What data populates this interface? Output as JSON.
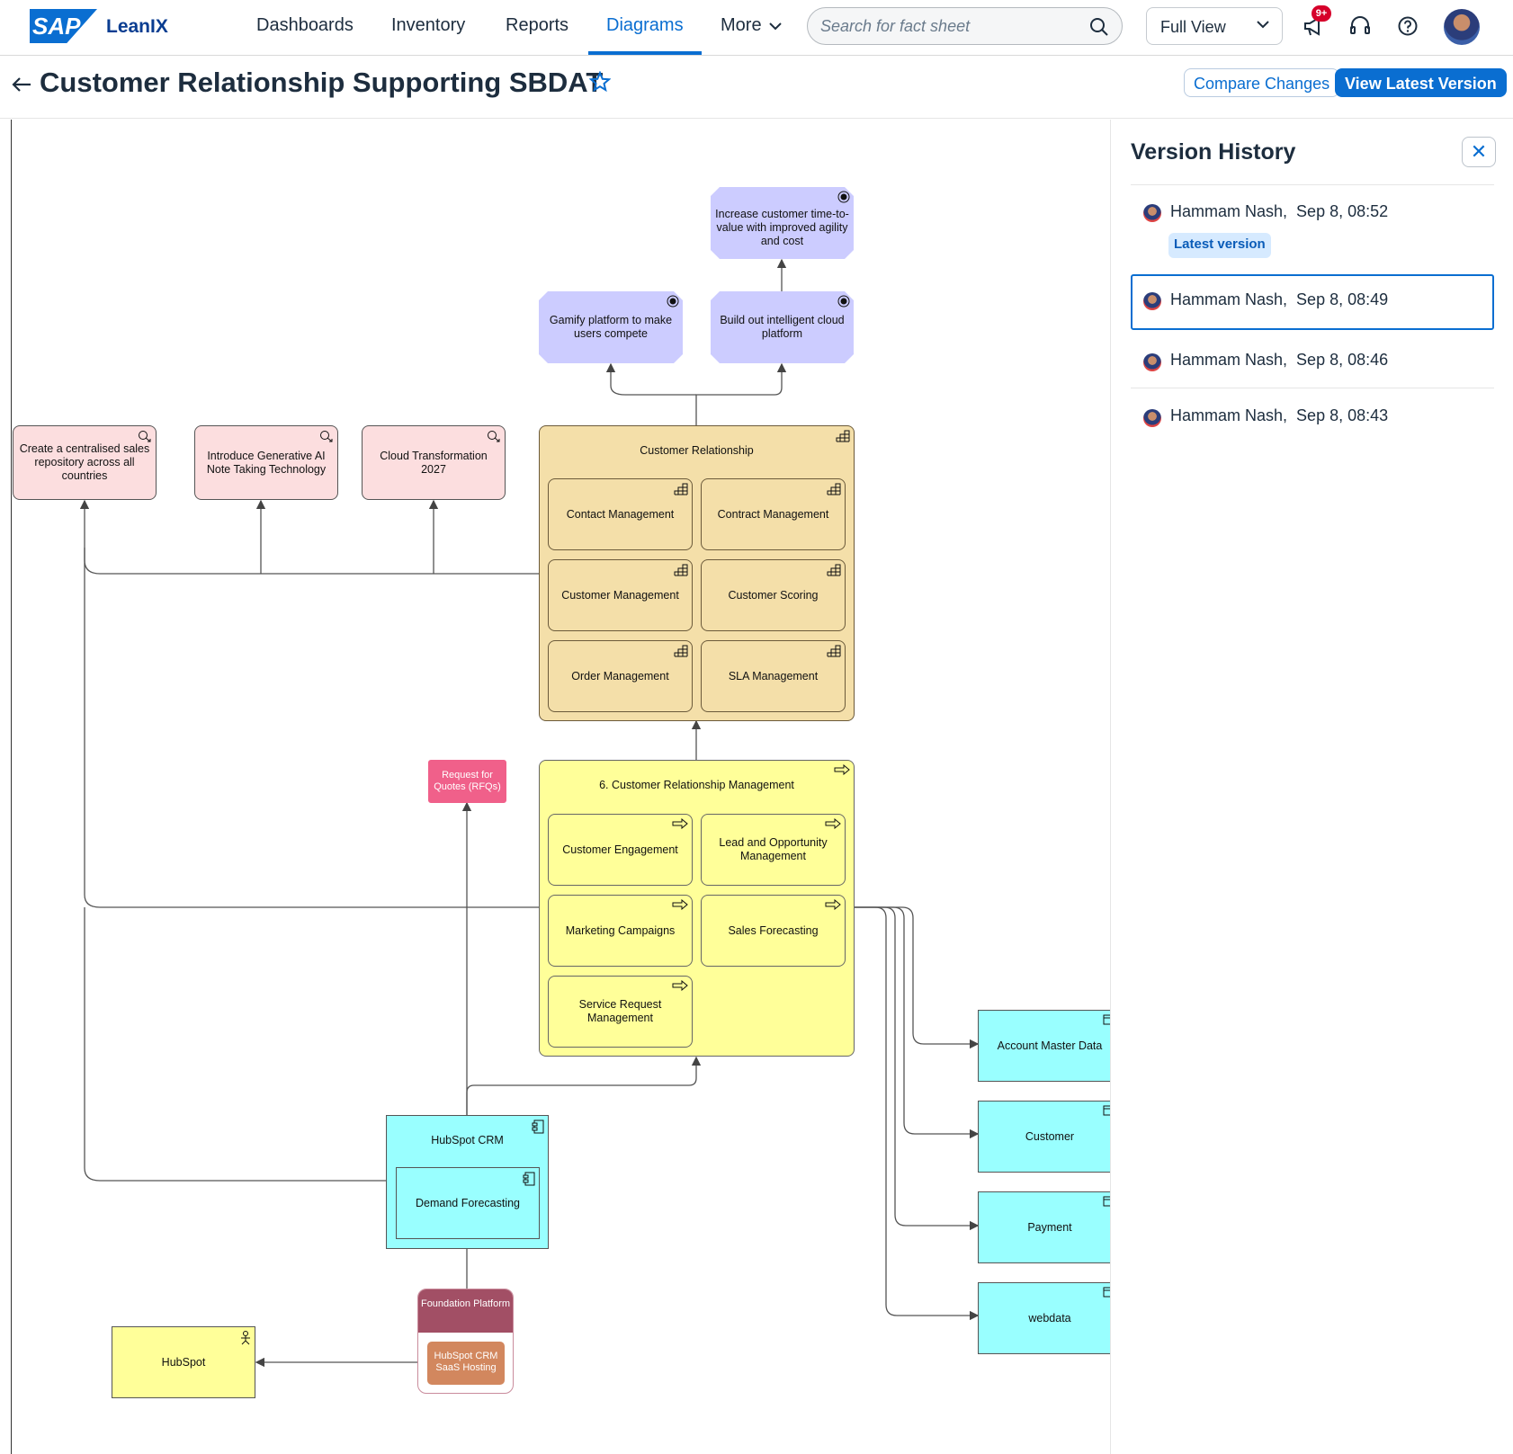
{
  "header": {
    "logo_sap": "SAP",
    "logo_product": "LeanIX",
    "nav": [
      "Dashboards",
      "Inventory",
      "Reports",
      "Diagrams",
      "More"
    ],
    "active_nav": "Diagrams",
    "search_placeholder": "Search for fact sheet",
    "view_selector": "Full View",
    "notification_badge": "9+",
    "icons": [
      "megaphone-icon",
      "headset-icon",
      "help-icon",
      "user-avatar"
    ]
  },
  "page": {
    "title": "Customer Relationship Supporting SBDAT",
    "compare_button": "Compare Changes",
    "latest_button": "View Latest Version"
  },
  "version_history": {
    "title": "Version History",
    "latest_tag": "Latest version",
    "versions": [
      {
        "author": "Hammam Nash,",
        "time": "Sep 8, 08:52"
      },
      {
        "author": "Hammam Nash,",
        "time": "Sep 8, 08:49"
      },
      {
        "author": "Hammam Nash,",
        "time": "Sep 8, 08:46"
      },
      {
        "author": "Hammam Nash,",
        "time": "Sep 8, 08:43"
      }
    ],
    "selected_index": 1
  },
  "diagram": {
    "objectives": {
      "top": "Increase customer time-to-value with improved agility and cost",
      "gamify": "Gamify platform to make users compete",
      "cloud": "Build out intelligent cloud platform"
    },
    "initiatives": {
      "sales_repo": "Create a centralised sales repository across all countries",
      "genai": "Introduce Generative AI Note Taking Technology",
      "cloud2027": "Cloud Transformation 2027"
    },
    "capability_group": {
      "title": "Customer Relationship",
      "items": [
        "Contact Management",
        "Contract Management",
        "Customer Management",
        "Customer Scoring",
        "Order Management",
        "SLA Management"
      ]
    },
    "process_group": {
      "title": "6. Customer Relationship Management",
      "items": [
        "Customer Engagement",
        "Lead and Opportunity Management",
        "Marketing Campaigns",
        "Sales Forecasting",
        "Service Request Management"
      ]
    },
    "rfq": "Request for Quotes (RFQs)",
    "application": {
      "title": "HubSpot CRM",
      "child": "Demand Forecasting"
    },
    "platform": {
      "title": "Foundation Platform",
      "child": "HubSpot CRM SaaS Hosting"
    },
    "actor": "HubSpot",
    "data_objects": [
      "Account Master Data",
      "Customer",
      "Payment",
      "webdata"
    ],
    "colors": {
      "objective": "#ccccff",
      "initiative": "#fcdedf",
      "capability": "#f4dfa9",
      "process": "#ffff99",
      "application": "#99ffff",
      "rfq": "#f0608a",
      "platform": "#a24f65",
      "hosting": "#d2875e",
      "accent": "#0a6ed1"
    }
  }
}
